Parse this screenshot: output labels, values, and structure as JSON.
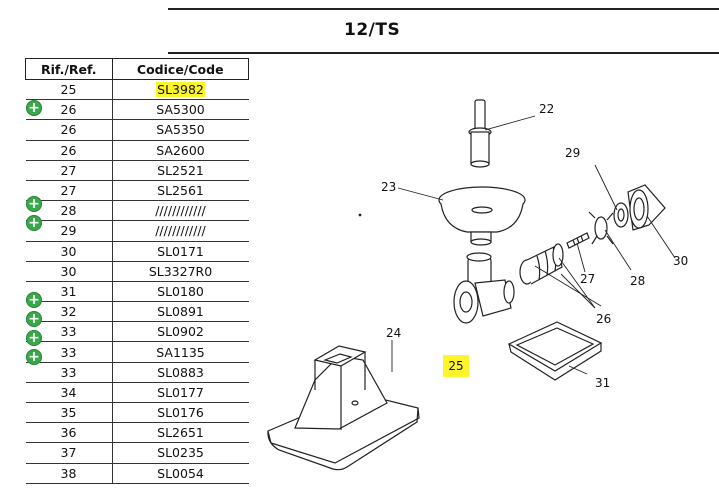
{
  "title": "12/TS",
  "table": {
    "headers": [
      "Rif./Ref.",
      "Codice/Code"
    ],
    "rows": [
      {
        "ref": "25",
        "code": "SL3982",
        "added": false,
        "highlight": true
      },
      {
        "ref": "26",
        "code": "SA5300",
        "added": true,
        "highlight": false
      },
      {
        "ref": "26",
        "code": "SA5350",
        "added": false,
        "highlight": false
      },
      {
        "ref": "26",
        "code": "SA2600",
        "added": false,
        "highlight": false
      },
      {
        "ref": "27",
        "code": "SL2521",
        "added": false,
        "highlight": false
      },
      {
        "ref": "27",
        "code": "SL2561",
        "added": false,
        "highlight": false
      },
      {
        "ref": "28",
        "code": "////////////",
        "added": true,
        "highlight": false
      },
      {
        "ref": "29",
        "code": "////////////",
        "added": true,
        "highlight": false
      },
      {
        "ref": "30",
        "code": "SL0171",
        "added": false,
        "highlight": false
      },
      {
        "ref": "30",
        "code": "SL3327R0",
        "added": false,
        "highlight": false
      },
      {
        "ref": "31",
        "code": "SL0180",
        "added": false,
        "highlight": false
      },
      {
        "ref": "32",
        "code": "SL0891",
        "added": true,
        "highlight": false
      },
      {
        "ref": "33",
        "code": "SL0902",
        "added": true,
        "highlight": false
      },
      {
        "ref": "33",
        "code": "SA1135",
        "added": true,
        "highlight": false
      },
      {
        "ref": "33",
        "code": "SL0883",
        "added": true,
        "highlight": false
      },
      {
        "ref": "34",
        "code": "SL0177",
        "added": false,
        "highlight": false
      },
      {
        "ref": "35",
        "code": "SL0176",
        "added": false,
        "highlight": false
      },
      {
        "ref": "36",
        "code": "SL2651",
        "added": false,
        "highlight": false
      },
      {
        "ref": "37",
        "code": "SL0235",
        "added": false,
        "highlight": false
      },
      {
        "ref": "38",
        "code": "SL0054",
        "added": false,
        "highlight": false
      }
    ]
  },
  "diagram": {
    "callouts": {
      "c22": "22",
      "c23": "23",
      "c24": "24",
      "c25": "25",
      "c26": "26",
      "c27": "27",
      "c28": "28",
      "c29": "29",
      "c30": "30",
      "c31": "31"
    }
  },
  "colors": {
    "highlight": "#fdf52b",
    "added_badge": "#3aa84a"
  },
  "icons": {
    "added_badge": "plus-circle-icon"
  }
}
